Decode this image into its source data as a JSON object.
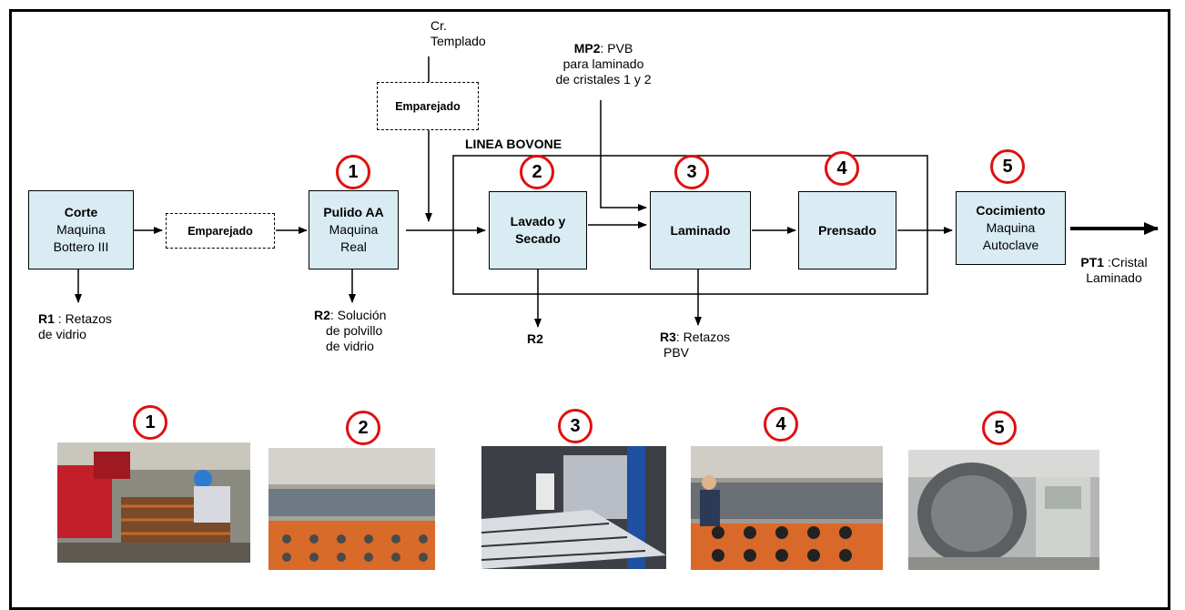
{
  "diagram": {
    "line_group_label": "LINEA BOVONE",
    "processes": [
      {
        "title": "Corte",
        "lines": [
          "Maquina",
          "Bottero III"
        ]
      },
      {
        "title": "Pulido AA",
        "lines": [
          "Maquina",
          "Real"
        ]
      },
      {
        "title": "Lavado y",
        "lines": [
          "Secado"
        ]
      },
      {
        "title": "Laminado",
        "lines": []
      },
      {
        "title": "Prensado",
        "lines": []
      },
      {
        "title": "Cocimiento",
        "lines": [
          "Maquina",
          "Autoclave"
        ]
      }
    ],
    "emparejado": [
      "Emparejado",
      "Emparejado"
    ],
    "inputs": {
      "cr_templado": [
        "Cr.",
        "Templado"
      ],
      "mp2_bold": "MP2",
      "mp2_rest": ": PVB",
      "mp2_lines": [
        "para laminado",
        "de cristales  1 y 2"
      ]
    },
    "residues": [
      {
        "bold": "R1",
        "rest": " : Retazos",
        "line2": "de vidrio"
      },
      {
        "bold": "R2",
        "rest": ": Solución",
        "line2": "de polvillo",
        "line3": "de vidrio"
      },
      {
        "bold": "R2"
      },
      {
        "bold": "R3",
        "rest": ": Retazos",
        "line2": "PBV"
      }
    ],
    "output": {
      "bold": "PT1",
      "rest": " :Cristal",
      "line2": "Laminado"
    },
    "step_numbers": [
      "1",
      "2",
      "3",
      "4",
      "5"
    ],
    "photo_numbers": [
      "1",
      "2",
      "3",
      "4",
      "5"
    ]
  },
  "colors": {
    "box_fill": "#d9ecf3",
    "circle_border": "#e01010"
  }
}
